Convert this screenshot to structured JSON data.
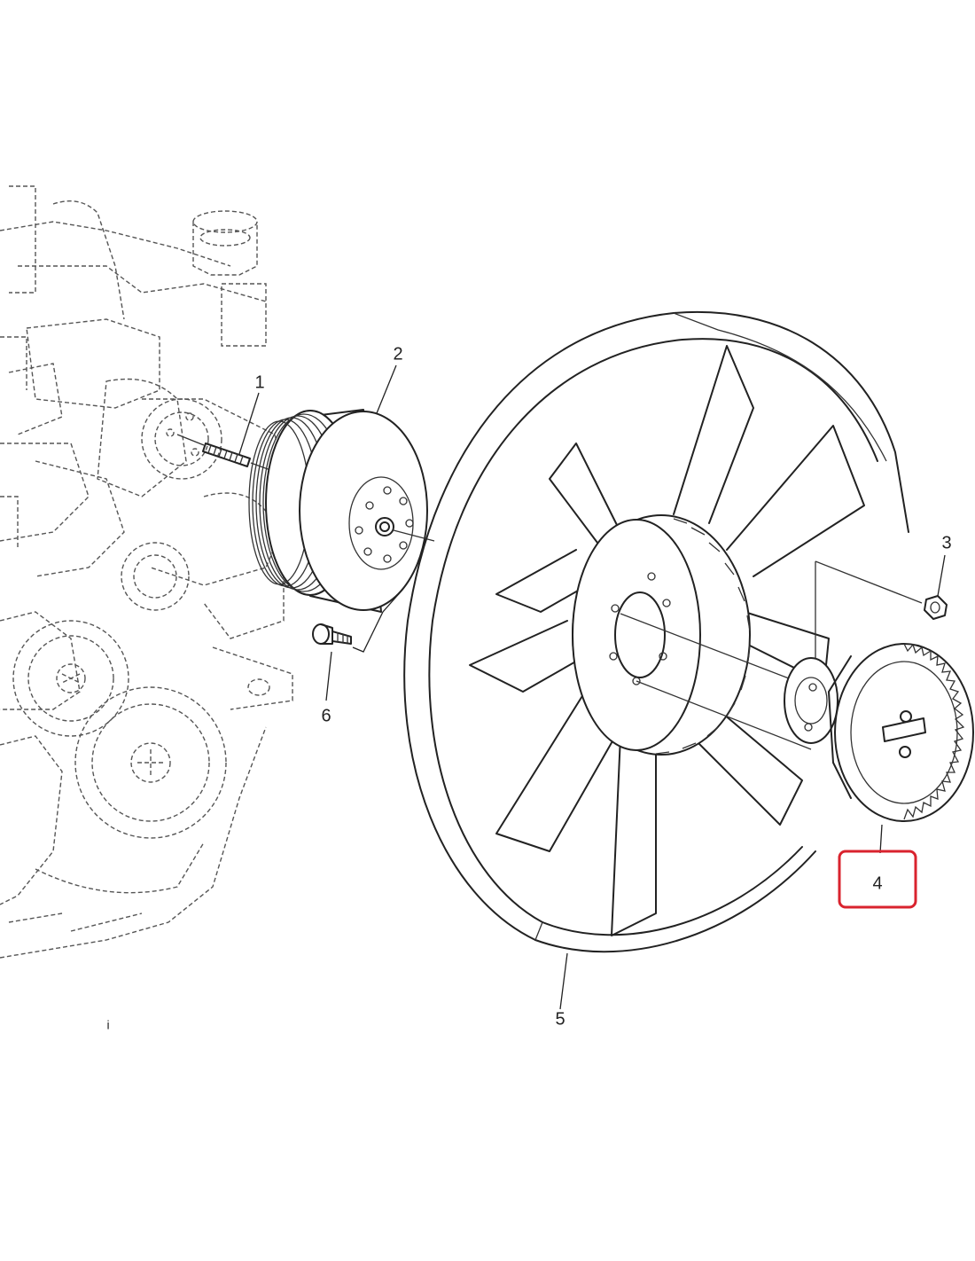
{
  "callouts": {
    "c1": "1",
    "c2": "2",
    "c3": "3",
    "c4": "4",
    "c5": "5",
    "c6": "6"
  },
  "highlighted_callout": "4",
  "highlight_color": "#d9232e",
  "stray_mark": "i"
}
